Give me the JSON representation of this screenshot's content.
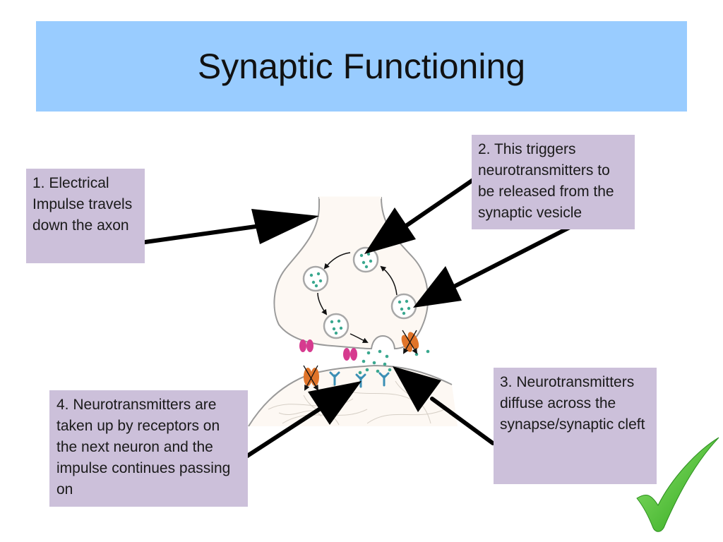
{
  "title": "Synaptic Functioning",
  "steps": [
    {
      "text": "1. Electrical Impulse travels down the axon"
    },
    {
      "text": "2. This triggers neurotransmitters to be released from the synaptic vesicle"
    },
    {
      "text": "3. Neurotransmitters diffuse across the synapse/synaptic cleft"
    },
    {
      "text": "4. Neurotransmitters are taken up by receptors on the next neuron and the impulse continues passing on"
    }
  ],
  "colors": {
    "title_banner": "#99ccff",
    "step_box": "#ccc0da",
    "arrow": "#000000",
    "neuron_fill": "#fdf8f3",
    "neuron_outline": "#9a9a9a",
    "neurotransmitter": "#3aa88f",
    "ion_channel": "#e0742a",
    "calcium_channel": "#d63b8f",
    "receptor": "#3b8fb5",
    "checkmark": "#3fbf2a"
  },
  "icons": [
    "checkmark-icon"
  ]
}
